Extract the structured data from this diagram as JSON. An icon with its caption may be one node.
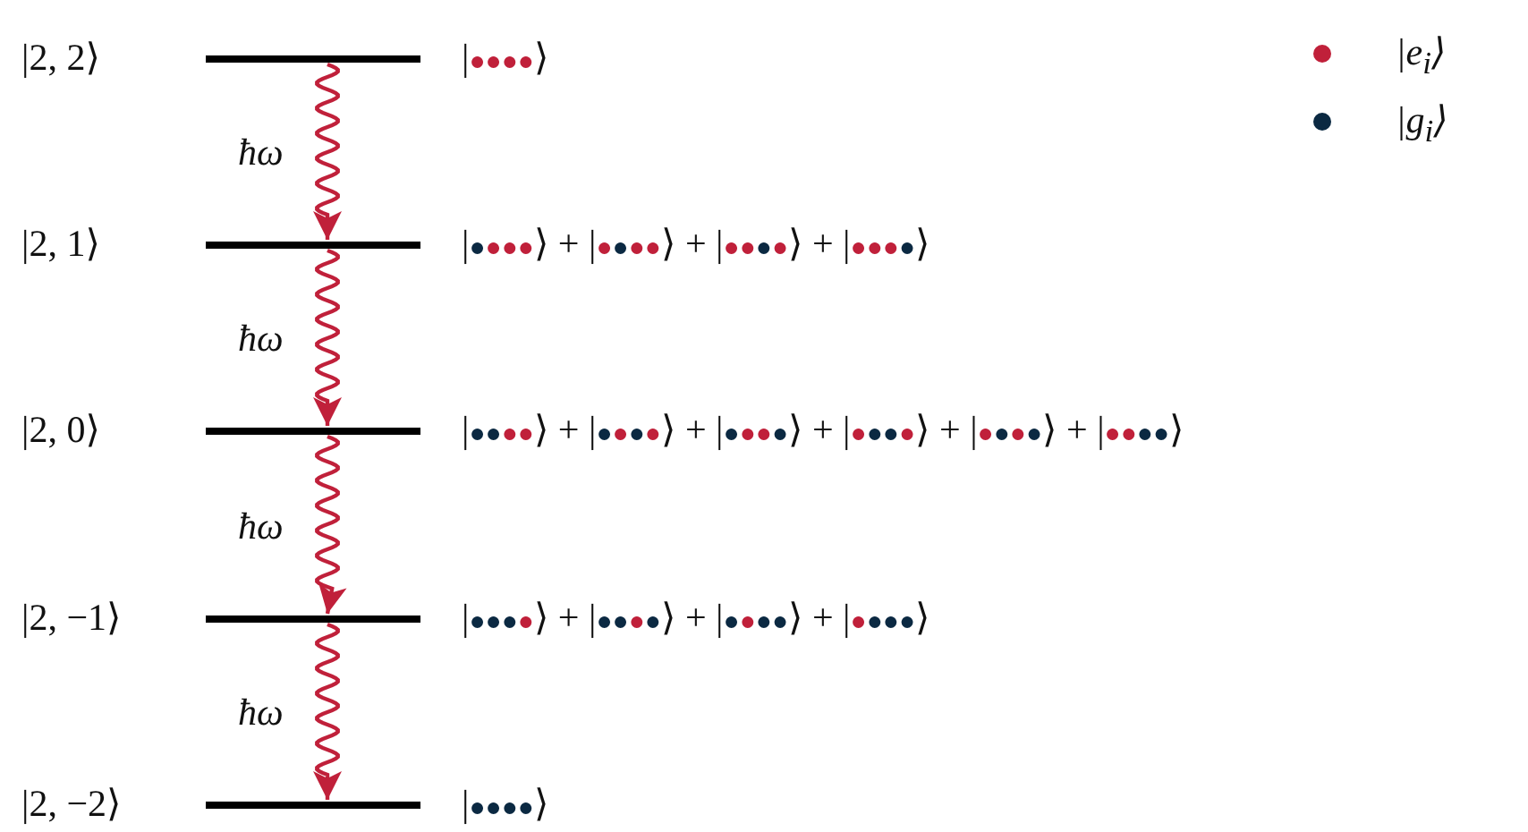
{
  "diagram": {
    "nodes": [
      {
        "text": [],
        "shape": "bar",
        "beside": [
          "|2, 2⟩",
          "|●●●●⟩"
        ]
      },
      {
        "text": [],
        "shape": "bar",
        "beside": [
          "|2, 1⟩",
          "|●●●●⟩ + |●●●●⟩ + |●●●●⟩ + |●●●●⟩"
        ]
      },
      {
        "text": [],
        "shape": "bar",
        "beside": [
          "|2, 0⟩",
          "|●●●●⟩ + |●●●●⟩ + |●●●●⟩ + |●●●●⟩ + |●●●●⟩ + |●●●●⟩"
        ]
      },
      {
        "text": [],
        "shape": "bar",
        "beside": [
          "|2, −1⟩",
          "|●●●●⟩ + |●●●●⟩ + |●●●●⟩ + |●●●●⟩"
        ]
      },
      {
        "text": [],
        "shape": "bar",
        "beside": [
          "|2, −2⟩",
          "|●●●●⟩"
        ]
      }
    ],
    "edges": [
      {
        "from": 0,
        "to": 1,
        "arrow": "to",
        "label": "ħω"
      },
      {
        "from": 1,
        "to": 2,
        "arrow": "to",
        "label": "ħω"
      },
      {
        "from": 2,
        "to": 3,
        "arrow": "to",
        "label": "ħω"
      },
      {
        "from": 3,
        "to": 4,
        "arrow": "to",
        "label": "ħω"
      }
    ],
    "legend": [
      {
        "text": "|e$_{i}$⟩",
        "color": "#c0203a"
      },
      {
        "text": "|g$_{i}$⟩",
        "color": "#0b2942"
      }
    ]
  }
}
